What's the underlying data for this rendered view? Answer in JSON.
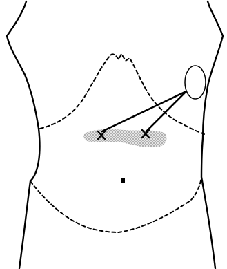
{
  "figure": {
    "kind": "abdominal surgical port-placement diagram",
    "colors": {
      "line": "#000000",
      "background": "#ffffff",
      "shaded_band": "#bdbdbd",
      "ellipse_fill": "#ffffff"
    },
    "marks": {
      "incision_markers": [
        "x-mark",
        "x-mark"
      ],
      "umbilicus": "dot-mark",
      "target_region": "ellipse"
    }
  }
}
